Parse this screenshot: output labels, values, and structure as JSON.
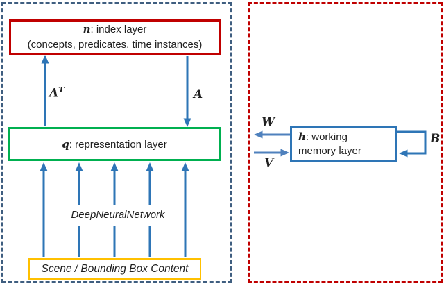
{
  "colors": {
    "panel_left_border": "#3f5e80",
    "panel_right_border": "#c00000",
    "index_box_border": "#c00000",
    "representation_box_border": "#00b050",
    "scene_box_border": "#ffc000",
    "memory_box_border": "#2e75b6",
    "arrow_primary": "#2e75b6",
    "arrow_secondary": "#4f81bd",
    "text_color": "#1f1f1f"
  },
  "left_panel": {
    "index_layer": {
      "symbol": "n",
      "label_rest": ": index layer",
      "sublabel": "(concepts, predicates, time instances)"
    },
    "representation_layer": {
      "symbol": "q",
      "label_rest": ": representation layer"
    },
    "transpose_arrow_label": {
      "base": "A",
      "sup": "T"
    },
    "forward_arrow_label": "A",
    "dnn_label": "DeepNeuralNetwork",
    "scene_box_label": "Scene / Bounding Box Content"
  },
  "right_panel": {
    "memory_layer": {
      "symbol": "h",
      "label_rest_line1": ": working",
      "label_line2": "memory layer"
    },
    "w_arrow_label": "W",
    "v_arrow_label": "V",
    "b_arrow_label": "B"
  }
}
